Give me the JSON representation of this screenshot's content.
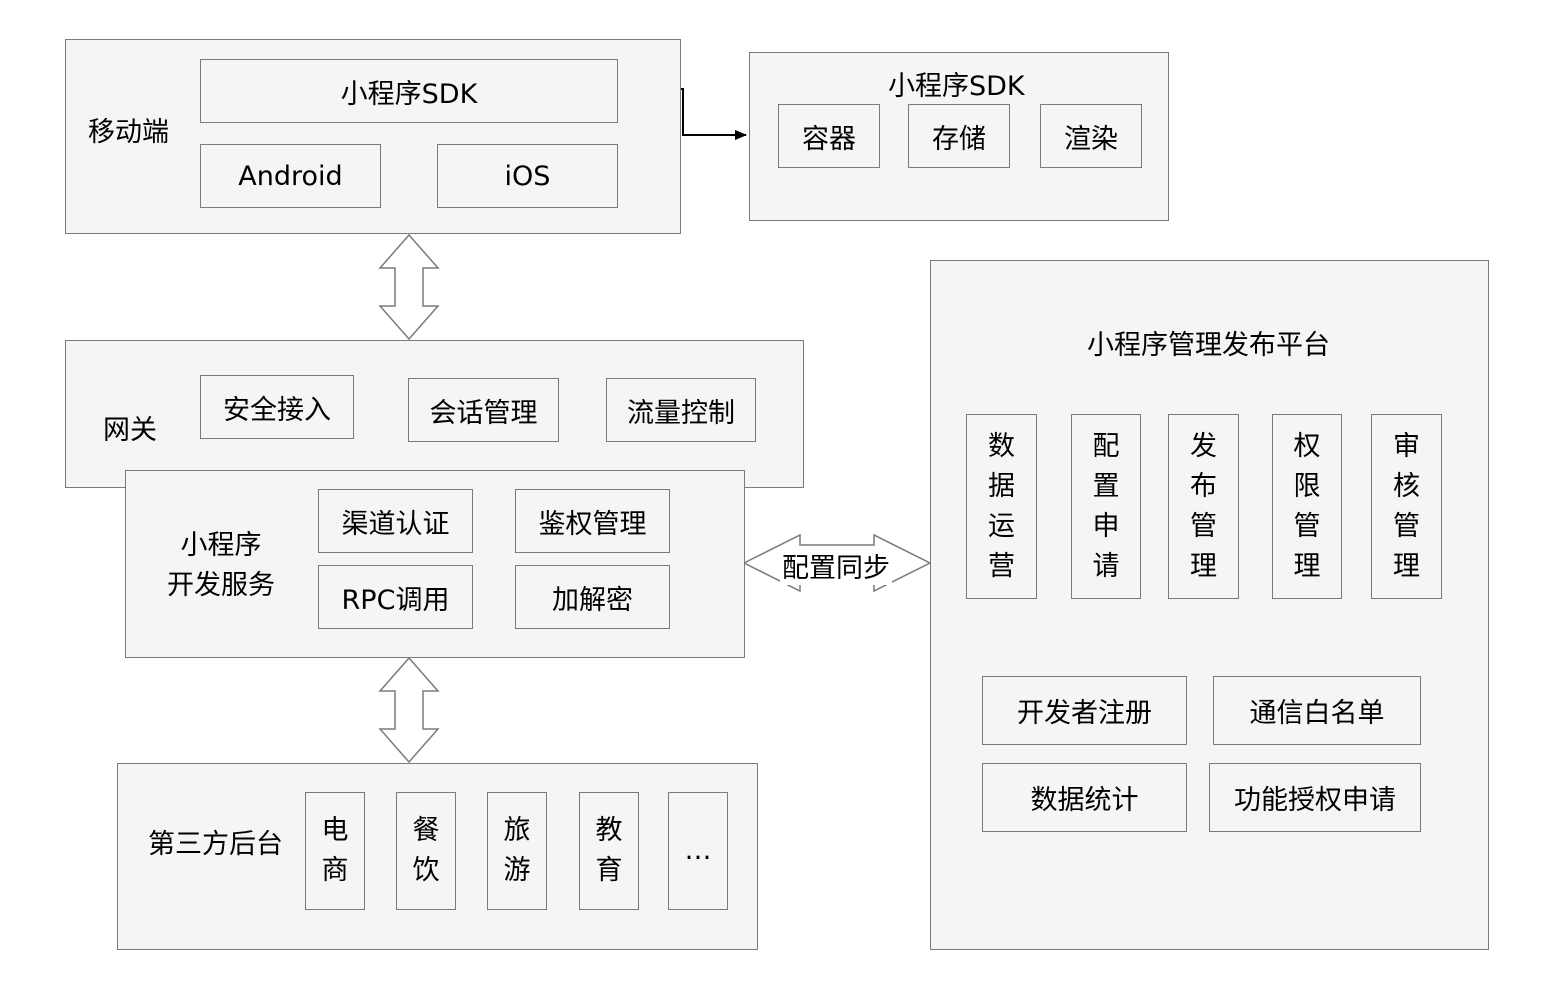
{
  "mobile": {
    "title": "移动端",
    "sdk": "小程序SDK",
    "android": "Android",
    "ios": "iOS"
  },
  "sdk_detail": {
    "title": "小程序SDK",
    "container": "容器",
    "storage": "存储",
    "render": "渲染"
  },
  "gateway": {
    "title": "网关",
    "items": [
      "安全接入",
      "会话管理",
      "流量控制"
    ]
  },
  "dev_service": {
    "title_line1": "小程序",
    "title_line2": "开发服务",
    "items": [
      "渠道认证",
      "鉴权管理",
      "RPC调用",
      "加解密"
    ]
  },
  "sync_label": "配置同步",
  "third_party": {
    "title": "第三方后台",
    "items": [
      "电商",
      "餐饮",
      "旅游",
      "教育",
      "…"
    ]
  },
  "platform": {
    "title": "小程序管理发布平台",
    "vertical_items": [
      "数据运营",
      "配置申请",
      "发布管理",
      "权限管理",
      "审核管理"
    ],
    "items": [
      "开发者注册",
      "通信白名单",
      "数据统计",
      "功能授权申请"
    ]
  }
}
